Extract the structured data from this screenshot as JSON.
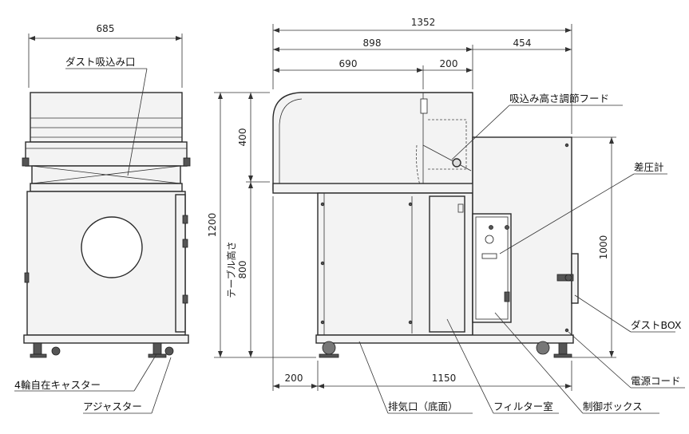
{
  "dimensions": {
    "front_width": "685",
    "overall_length": "1352",
    "main_length": "898",
    "side_length": "454",
    "hood_length": "690",
    "hood_offset": "200",
    "hood_height": "400",
    "total_height": "1200",
    "table_height": "800",
    "table_height_label": "テーブル高さ",
    "box_height": "1000",
    "bottom_offset": "200",
    "bottom_length": "1150"
  },
  "labels": {
    "dust_inlet": "ダスト吸込み口",
    "suction_hood": "吸込み高さ調節フード",
    "diff_pressure_gauge": "差圧計",
    "dust_box": "ダストBOX",
    "power_cord": "電源コード",
    "caster": "4輪自在キャスター",
    "adjuster": "アジャスター",
    "exhaust": "排気口（底面）",
    "filter_room": "フィルター室",
    "control_box": "制御ボックス"
  }
}
